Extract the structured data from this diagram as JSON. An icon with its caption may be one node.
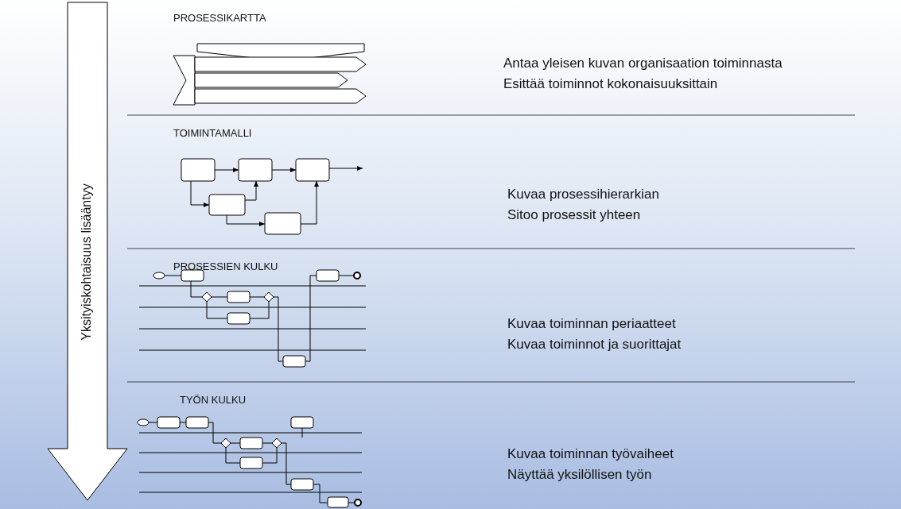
{
  "diagram": {
    "labels": [
      "Yksityiskohtaisuus lisääntyy",
      "PROSESSIKARTTA",
      "Antaa yleisen kuvan organisaation toiminnasta",
      "Esittää toiminnot kokonaisuuksittain",
      "TOIMINTAMALLI",
      "Kuvaa prosessihierarkian",
      "Sitoo prosessit yhteen",
      "PROSESSIEN KULKU",
      "Kuvaa toiminnan periaatteet",
      "Kuvaa toiminnot ja suorittajat",
      "TYÖN KULKU",
      "Kuvaa toiminnan työvaiheet",
      "Näyttää yksilöllisen työn"
    ]
  }
}
